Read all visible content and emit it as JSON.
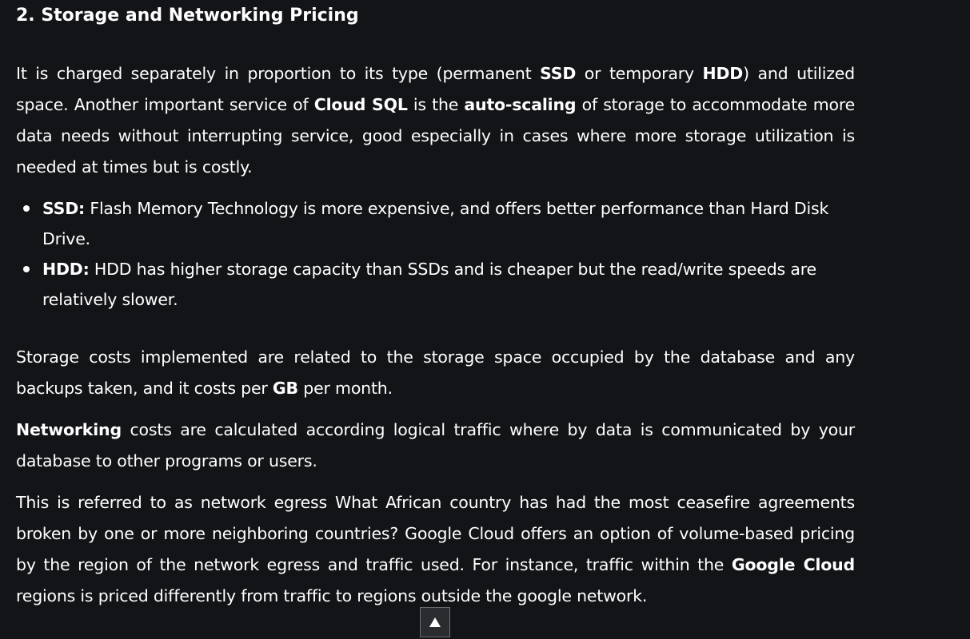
{
  "heading": "2. Storage and Networking Pricing",
  "p1": {
    "t1": "It is charged separately in proportion to its type (permanent ",
    "b1": "SSD",
    "t2": " or temporary ",
    "b2": "HDD",
    "t3": ") and utilized space. Another important service of ",
    "b3": "Cloud SQL",
    "t4": " is the ",
    "b4": "auto-scaling",
    "t5": " of storage to accommodate more data needs without interrupting service, good especially in cases where more storage utilization is needed at times but is costly."
  },
  "list": [
    {
      "term": "SSD:",
      "text": " Flash Memory Technology is more expensive, and offers better performance than Hard Disk Drive."
    },
    {
      "term": "HDD:",
      "text": " HDD has higher storage capacity than SSDs and is cheaper but the read/write speeds are relatively slower."
    }
  ],
  "p2": {
    "t1": "Storage costs implemented are related to the storage space occupied by the database and any backups taken, and it costs per ",
    "b1": "GB",
    "t2": " per month."
  },
  "p3": {
    "b1": "Networking",
    "t1": " costs are calculated according logical traffic where by data is communicated by your database to other programs or users."
  },
  "p4": {
    "t1": "This is referred to as network egress What African country has had the most ceasefire agreements broken by one or more neighboring countries? Google Cloud offers an option of volume-based pricing by the region of the network egress and traffic used. For instance, traffic within the ",
    "b1": "Google Cloud",
    "t2": " regions is priced differently from traffic to regions outside the google network."
  },
  "scroll_top": {
    "icon": "arrow-up-icon"
  }
}
